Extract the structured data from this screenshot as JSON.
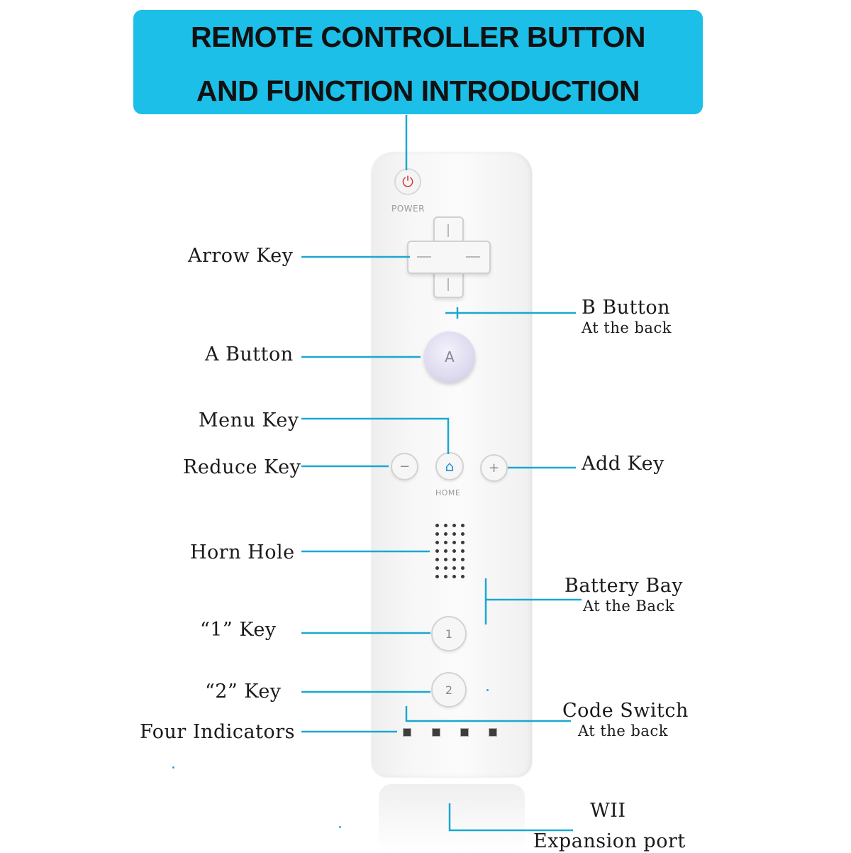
{
  "banner": {
    "line1": "REMOTE CONTROLLER  BUTTON",
    "line2": "AND FUNCTION INTRODUCTION"
  },
  "remote": {
    "power_text": "POWER",
    "a_text": "A",
    "minus_text": "−",
    "plus_text": "+",
    "home_text": "HOME",
    "one_text": "1",
    "two_text": "2",
    "power_symbol": "⏻",
    "home_symbol": "⌂"
  },
  "labels": {
    "arrow_key": "Arrow Key",
    "b_button": "B Button",
    "b_button_sub": "At the back",
    "a_button": "A Button",
    "menu_key": "Menu Key",
    "reduce_key": "Reduce Key",
    "add_key": "Add Key",
    "horn_hole": "Horn Hole",
    "battery_bay": "Battery Bay",
    "battery_bay_sub": "At the Back",
    "one_key": "“1”  Key",
    "two_key": "“2” Key",
    "code_switch": "Code Switch",
    "code_switch_sub": "At the back",
    "four_indicators": "Four Indicators",
    "wii": "WII",
    "expansion_port": "Expansion port"
  },
  "colors": {
    "banner": "#1cbfe8",
    "leader_line": "#1aa8d0",
    "label_text": "#1a1a1a"
  }
}
